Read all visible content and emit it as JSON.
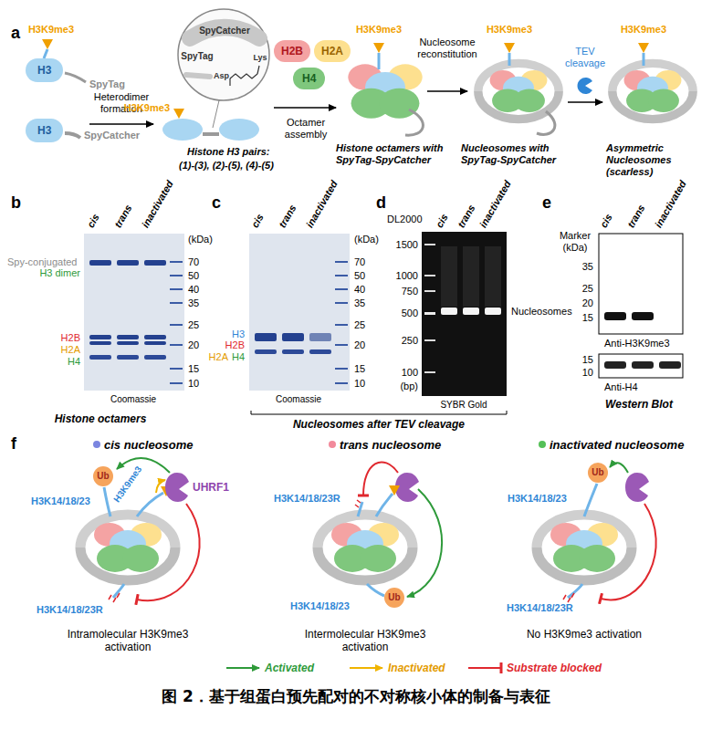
{
  "diagram": {
    "caption": "图 2．基于组蛋白预先配对的不对称核小体的制备与表征",
    "nodes": [
      {
        "text": [
          "H3"
        ]
      },
      {
        "text": [
          "H3"
        ]
      },
      {
        "text": [
          "H2B"
        ]
      },
      {
        "text": [
          "H2A"
        ]
      },
      {
        "text": [
          "H4"
        ]
      },
      {
        "text": [
          "UHRF1"
        ]
      }
    ],
    "labels": [
      "a",
      "H3K9me3",
      "SpyTag",
      "SpyCatcher",
      "Heterodimer formation",
      "SpyCatcher",
      "SpyTag",
      "Asp",
      "Lys",
      "H3K9me3",
      "Histone H3 pairs:",
      "(1)-(3), (2)-(5), (4)-(5)",
      "Octamer assembly",
      "H3K9me3",
      "Histone octamers with SpyTag-SpyCatcher",
      "Nucleosome reconstitution",
      "H3K9me3",
      "Nucleosomes with SpyTag-SpyCatcher",
      "TEV cleavage",
      "H3K9me3",
      "Asymmetric Nucleosomes (scarless)",
      "b",
      "cis",
      "trans",
      "inactivated",
      "(kDa)",
      "70",
      "50",
      "40",
      "35",
      "25",
      "20",
      "15",
      "10",
      "Spy-conjugated",
      "H3 dimer",
      "H2B",
      "H2A",
      "H4",
      "Coomassie",
      "Histone octamers",
      "c",
      "cis",
      "trans",
      "inactivated",
      "(kDa)",
      "70",
      "50",
      "40",
      "35",
      "25",
      "20",
      "15",
      "10",
      "H3",
      "H2B",
      "H2A",
      "H4",
      "Coomassie",
      "d",
      "DL2000",
      "cis",
      "trans",
      "inactivated",
      "1500",
      "1000",
      "750",
      "500",
      "250",
      "100",
      "(bp)",
      "Nucleosomes",
      "SYBR Gold",
      "Nucleosomes after TEV cleavage",
      "e",
      "cis",
      "trans",
      "inactivated",
      "Marker (kDa)",
      "35",
      "25",
      "20",
      "15",
      "Anti-H3K9me3",
      "15",
      "10",
      "Anti-H4",
      "Western Blot",
      "f",
      "cis nucleosome",
      "trans nucleosome",
      "inactivated nucleosome",
      "Ub",
      "H3K14/18/23",
      "H3K9me3",
      "H3K14/18/23R",
      "Intramolecular H3K9me3 activation",
      "H3K14/18/23R",
      "H3K14/18/23",
      "Ub",
      "Intermolecular H3K9me3 activation",
      "Ub",
      "H3K14/18/23",
      "H3K14/18/23R",
      "No H3K9me3 activation"
    ],
    "legend": [
      {
        "text": "Activated"
      },
      {
        "text": "Inactivated"
      },
      {
        "text": "Substrate blocked"
      }
    ]
  }
}
